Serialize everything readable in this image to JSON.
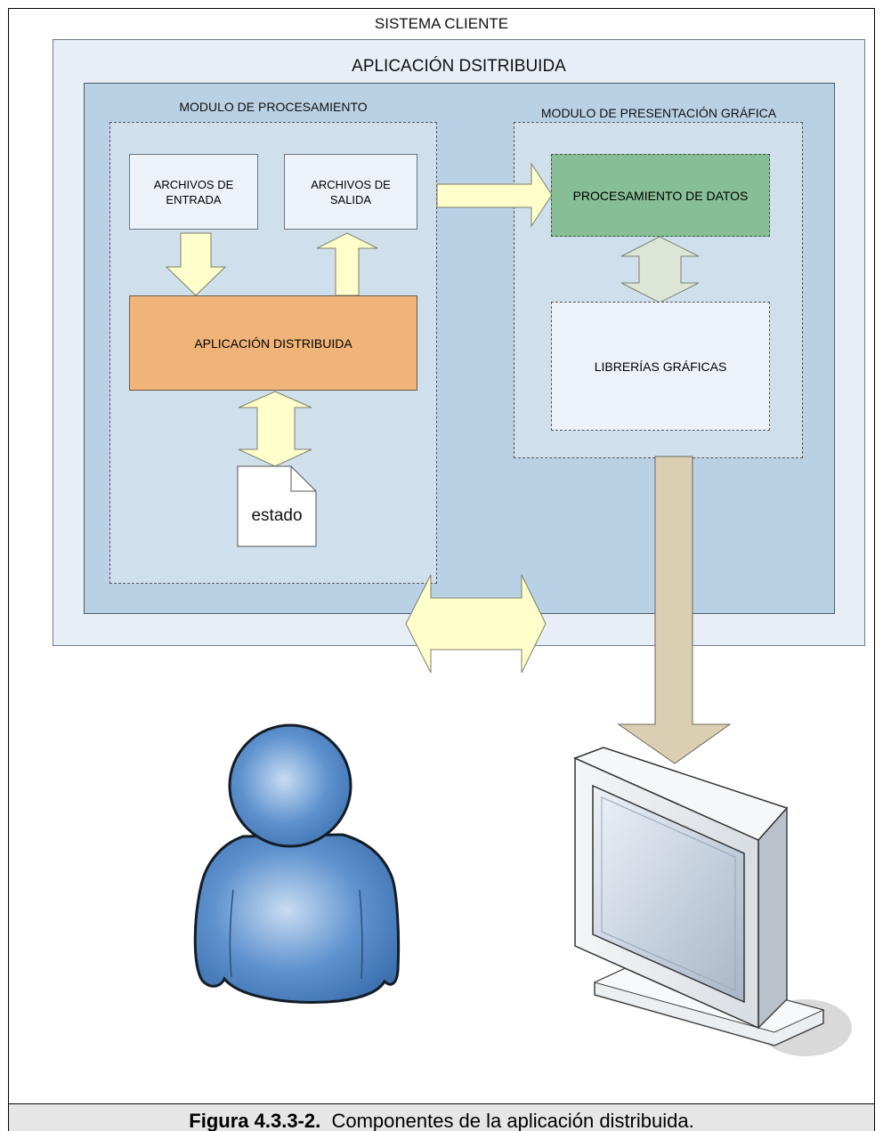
{
  "diagram": {
    "outer_label": "SISTEMA CLIENTE",
    "app_label": "APLICACIÓN DSITRIBUIDA",
    "processing_module": {
      "label": "MODULO DE PROCESAMIENTO",
      "input_files": "ARCHIVOS DE\nENTRADA",
      "output_files": "ARCHIVOS DE\nSALIDA",
      "distributed_app": "APLICACIÓN DISTRIBUIDA",
      "state_doc": "estado"
    },
    "presentation_module": {
      "label": "MODULO DE PRESENTACIÓN GRÁFICA",
      "data_processing": "PROCESAMIENTO DE DATOS",
      "graphic_libs": "LIBRERÍAS GRÁFICAS"
    }
  },
  "caption": {
    "number": "Figura 4.3.3-2.",
    "text": "Componentes de la aplicación distribuida."
  },
  "colors": {
    "outer_fill": "#e8eef6",
    "app_fill": "#b9d1e5",
    "module_fill": "#cfdfec",
    "file_box_fill": "#edf2f9",
    "distributed_app_fill": "#f0b479",
    "data_processing_fill": "#87be95",
    "yellow_arrow": "#ffffcc",
    "tan_arrow": "#dbcfb3",
    "gray_arrow": "#dde5d6",
    "user_blue": "#4f86c6"
  }
}
